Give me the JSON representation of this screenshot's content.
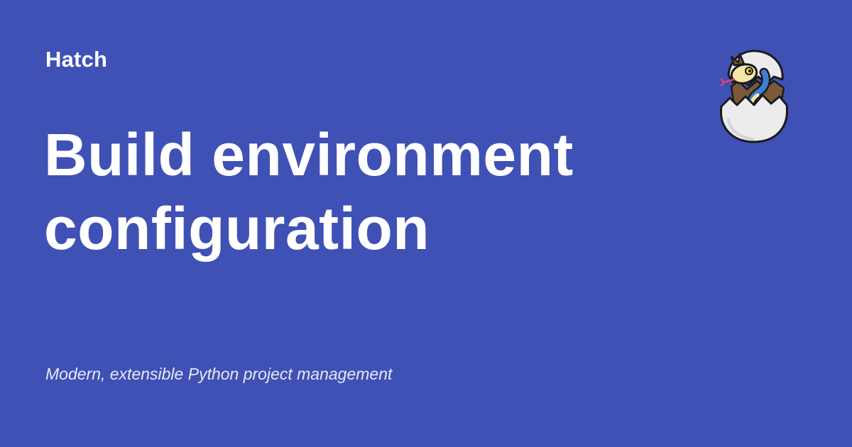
{
  "site": {
    "name": "Hatch"
  },
  "page": {
    "title_lines": [
      "Build environment",
      "configuration"
    ],
    "tagline": "Modern, extensible Python project management"
  },
  "logo": {
    "icon": "hatching-snake-egg-icon"
  },
  "colors": {
    "background": "#3f51b5",
    "text": "#ffffff",
    "egg": "#ececec",
    "egg_outline": "#1a1a1a",
    "snake_cream": "#f3e7a8",
    "snake_blue": "#3d7fd6",
    "shell_brown": "#7a5a3a"
  }
}
